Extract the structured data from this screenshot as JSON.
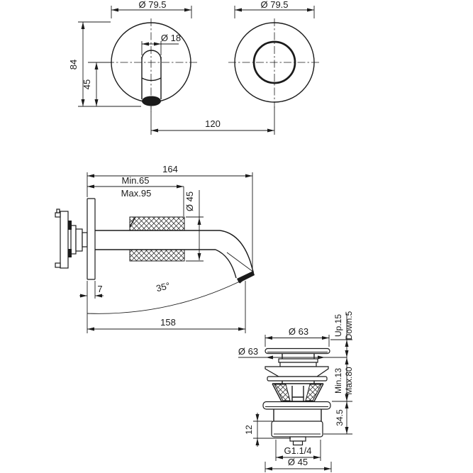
{
  "meta": {
    "background_color": "#ffffff",
    "line_color": "#1b1b1b",
    "drawing_type": "technical dimension drawing"
  },
  "views": {
    "spout_front": {
      "dims": {
        "plate_dia": "Ø 79.5",
        "spout_dia": "Ø 18",
        "height": "84",
        "drop": "45",
        "spacing": "120"
      }
    },
    "handle_front": {
      "dims": {
        "plate_dia": "Ø 79.5"
      }
    },
    "spout_side": {
      "dims": {
        "overall": "164",
        "rough_min": "Min.65",
        "rough_max": "Max.95",
        "body_dia": "Ø 45",
        "plate_thk": "7",
        "angle": "35°",
        "reach": "158"
      }
    },
    "waste": {
      "dims": {
        "cap_dia": "Ø 63",
        "flange_dia": "Ø 63",
        "up": "Up.15",
        "down": "Down.5",
        "depth_min": "Min.13",
        "depth_max": "Max.80",
        "body_height": "34.5",
        "nut_height": "12",
        "thread": "G1.1/4",
        "tail_dia": "Ø 45"
      }
    }
  }
}
